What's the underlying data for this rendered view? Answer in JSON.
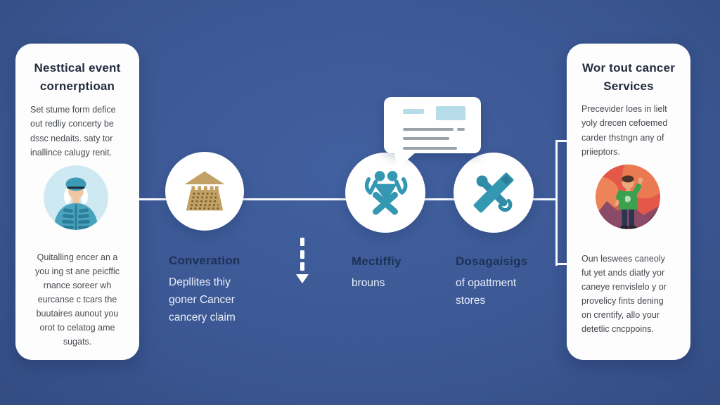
{
  "canvas": {
    "background_color": "#3c5894",
    "accent_teal": "#3598b3",
    "accent_gold": "#c2a264",
    "line_color": "#f6f9fb",
    "heading_navy": "#1c3156",
    "card_color": "#fdfdfd"
  },
  "left_card": {
    "title": "Nesttical event\ncornerptioan",
    "body": "Set stume form defice\nout redliy concerty be\ndssc nedaits. saty tor\ninallince calugy renit.",
    "footer": "Quitalling encer an a\nyou ing st ane peicffic\nrnance soreer wh\neurcanse c tcars the\nbuutaires aunout you\norot to celatog ame\nsugats."
  },
  "right_card": {
    "title": "Wor tout cancer\nServices",
    "body": "Precevider loes in lielt\nyoly drecen cefoemed\ncarder thstngn any of\npriieptors.",
    "footer": "Oun leswees caneoly\nfut yet ands diatly yor\ncaneye renvislelo y or\nprovelicy fints dening\non crentify, allo your\ndetetlic cncppoins."
  },
  "steps": {
    "conversation": {
      "heading": "Converation",
      "subtext": "Depllites thiy\ngoner Cancer\ncancery claim"
    },
    "team": {
      "heading": "Mectiffiy",
      "subtext": "brouns"
    },
    "tools": {
      "heading": "Dosagaisigs",
      "subtext": "of opattment\nstores"
    }
  },
  "icons": {
    "left_avatar": "medical-professional-avatar",
    "bank": "bank-building-icon",
    "team": "teamwork-people-icon",
    "tools": "crossed-tools-icon",
    "bubble": "document-speech-bubble",
    "arrow": "dashed-down-arrow-icon",
    "right_avatar": "waving-person-avatar"
  }
}
